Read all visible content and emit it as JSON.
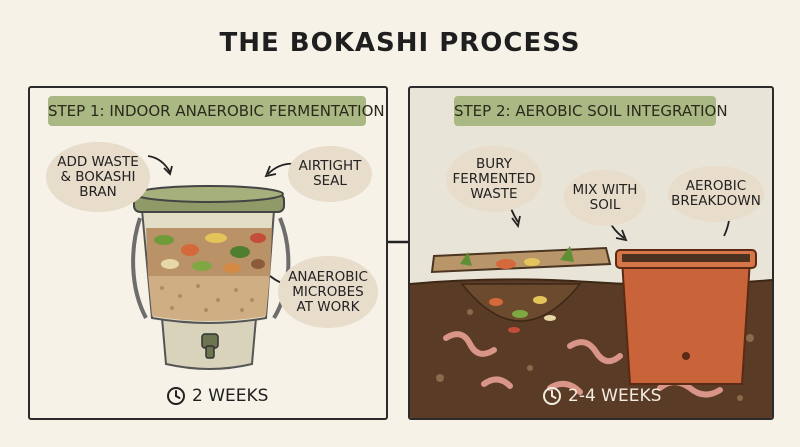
{
  "title": "THE BOKASHI PROCESS",
  "step1": {
    "banner": "STEP 1: INDOOR ANAEROBIC FERMENTATION",
    "labels": {
      "add_waste": "ADD WASTE\n& BOKASHI\nBRAN",
      "seal": "AIRTIGHT\nSEAL",
      "microbes": "ANAEROBIC\nMICROBES\nAT WORK"
    },
    "duration": "2 WEEKS"
  },
  "step2": {
    "banner": "STEP 2: AEROBIC SOIL INTEGRATION",
    "labels": {
      "bury": "BURY\nFERMENTED\nWASTE",
      "mix": "MIX WITH\nSOIL",
      "breakdown": "AEROBIC\nBREAKDOWN"
    },
    "duration": "2-4 WEEKS"
  },
  "icons": {
    "clock": "clock-icon",
    "arrow": "arrow-right-icon",
    "bucket": "bokashi-bucket-icon",
    "planter": "planter-icon"
  },
  "colors": {
    "banner": "#aab883",
    "bubble": "#e8dccb",
    "bucket_lid": "#8f9a68",
    "soil": "#5a3b25",
    "planter": "#c9643a"
  }
}
